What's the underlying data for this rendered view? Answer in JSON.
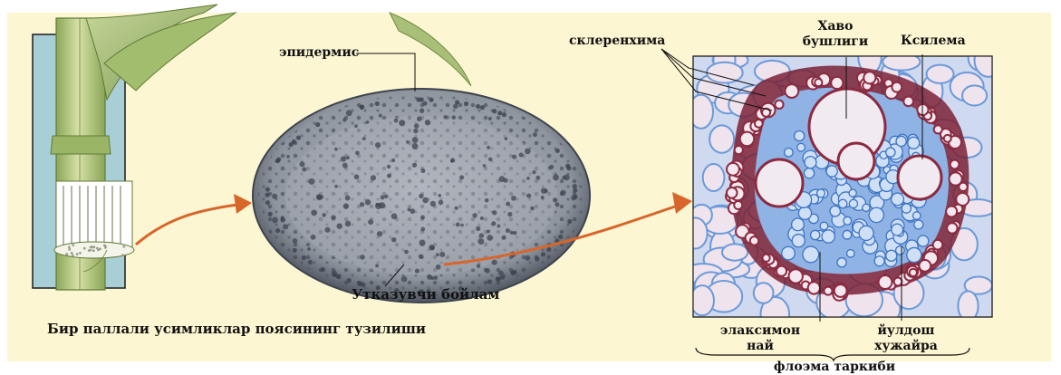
{
  "labels": {
    "epidermis": "эпидермис",
    "conducting_bundle": "Утказувчи бойлам",
    "caption": "Бир паллали усимликлар поясининг тузилиши",
    "sclerenchyma": "склеренхима",
    "air_cavity_line1": "Хаво",
    "air_cavity_line2": "бушлиги",
    "xylem": "Ксилема",
    "sieve_tube_line1": "элаксимон",
    "sieve_tube_line2": "най",
    "companion_cell_line1": "йулдош",
    "companion_cell_line2": "хужайра",
    "phloem_composition": "флоэма таркиби"
  },
  "colors": {
    "panel_background": "#fdf6d2",
    "stem_panel_background": "#a9cfd6",
    "arrow": "#d8652a",
    "cross_section": "#8e959e",
    "sclerenchyma_red": "#9e2a44",
    "tissue_blue": "#5a8fd0",
    "cell_fill": "#e9dceb"
  }
}
